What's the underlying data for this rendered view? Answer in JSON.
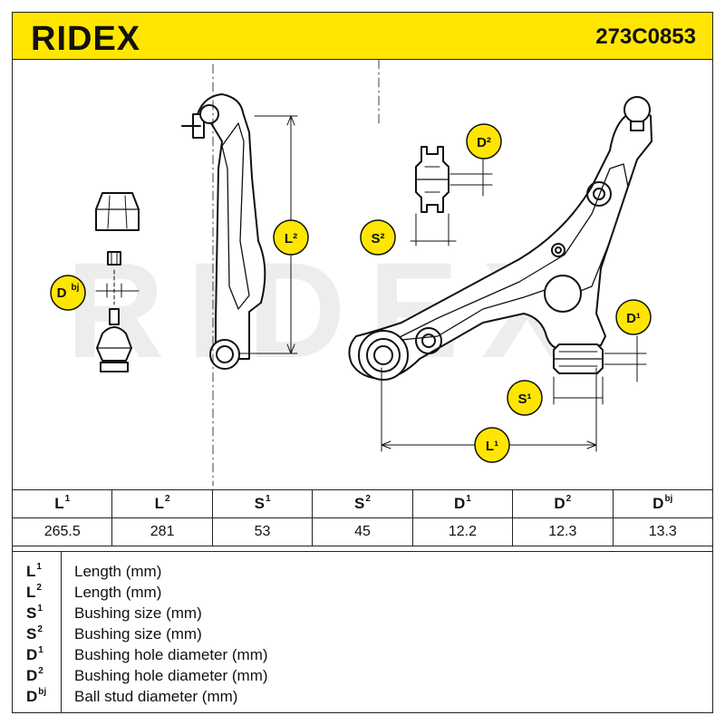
{
  "header": {
    "brand": "RIDEX",
    "part_number": "273C0853"
  },
  "watermark": "RIDEX",
  "diagram": {
    "labels": {
      "l1": "L¹",
      "l2": "L²",
      "s1": "S¹",
      "s2": "S²",
      "d1": "D¹",
      "d2": "D²",
      "dbj_base": "D",
      "dbj_sup": "bj"
    },
    "badge_color": "#ffe600"
  },
  "specs": {
    "headers": [
      {
        "base": "L",
        "sup": "1"
      },
      {
        "base": "L",
        "sup": "2"
      },
      {
        "base": "S",
        "sup": "1"
      },
      {
        "base": "S",
        "sup": "2"
      },
      {
        "base": "D",
        "sup": "1"
      },
      {
        "base": "D",
        "sup": "2"
      },
      {
        "base": "D",
        "sup": "bj"
      }
    ],
    "values": [
      "265.5",
      "281",
      "53",
      "45",
      "12.2",
      "12.3",
      "13.3"
    ]
  },
  "legend": [
    {
      "base": "L",
      "sup": "1",
      "desc": "Length (mm)"
    },
    {
      "base": "L",
      "sup": "2",
      "desc": "Length (mm)"
    },
    {
      "base": "S",
      "sup": "1",
      "desc": "Bushing size (mm)"
    },
    {
      "base": "S",
      "sup": "2",
      "desc": "Bushing size (mm)"
    },
    {
      "base": "D",
      "sup": "1",
      "desc": "Bushing hole diameter (mm)"
    },
    {
      "base": "D",
      "sup": "2",
      "desc": "Bushing hole diameter (mm)"
    },
    {
      "base": "D",
      "sup": "bj",
      "desc": "Ball stud diameter (mm)"
    }
  ]
}
